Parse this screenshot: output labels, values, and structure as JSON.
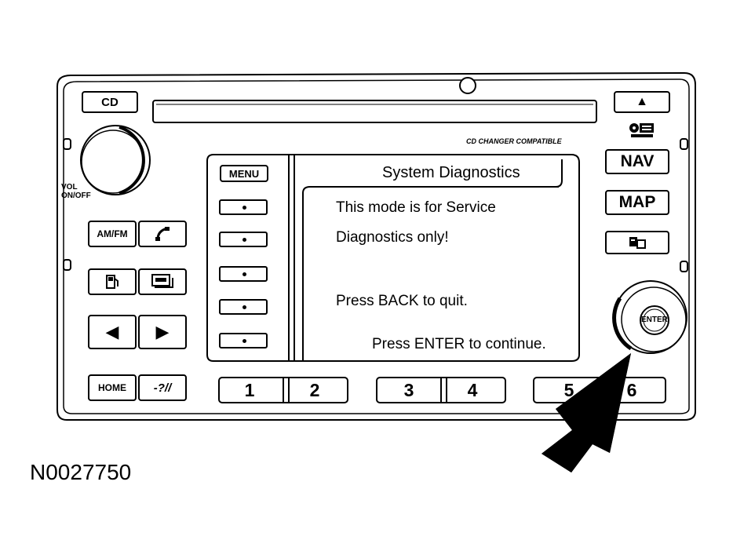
{
  "buttons": {
    "cd": "CD",
    "eject": "▲",
    "nav": "NAV",
    "map": "MAP",
    "menu": "MENU",
    "amfm": "AM/FM",
    "home": "HOME",
    "enter": "ENTER",
    "prev": "◀",
    "next": "▶",
    "help": "-?//"
  },
  "labels": {
    "vol": "VOL",
    "onoff": "ON/OFF",
    "cd_changer": "CD CHANGER COMPATIBLE",
    "figure_id": "N0027750"
  },
  "screen": {
    "title": "System Diagnostics",
    "line1": "This mode is for Service",
    "line2": "Diagnostics only!",
    "line3": "Press BACK to quit.",
    "line4": "Press ENTER to continue."
  },
  "presets": [
    "1",
    "2",
    "3",
    "4",
    "5",
    "6"
  ],
  "icons": {
    "phone": "phone-icon",
    "fuel": "fuel-icon",
    "cassette": "cassette-icon",
    "disc_logo": "compact-disc-logo-icon",
    "guidance": "guidance-icon",
    "pointer_arrow": "pointer-arrow-icon"
  }
}
